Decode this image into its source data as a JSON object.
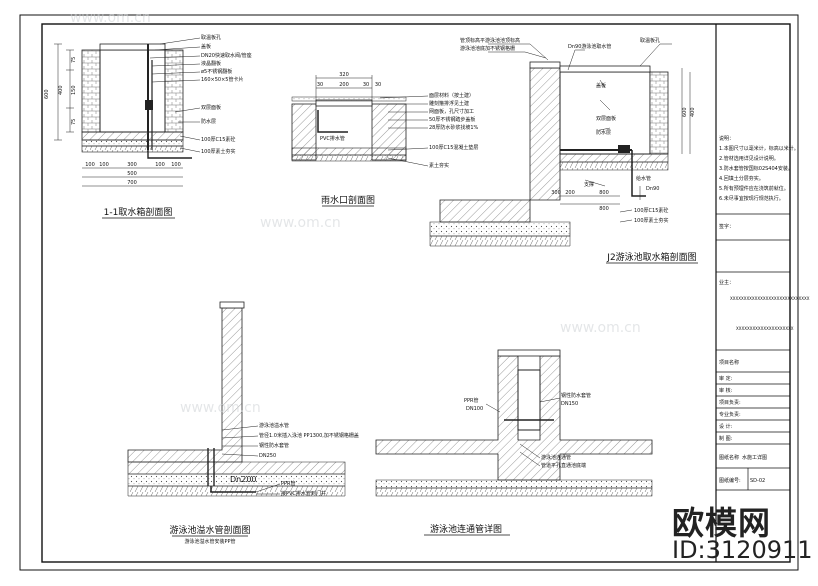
{
  "drawings": {
    "d1": {
      "title": "1-1取水箱剖面图",
      "labels": [
        "取温板孔",
        "盖板",
        "DN20快速取水阀/管座",
        "液晶翻板",
        "ø5不锈钢翻板",
        "160×50×5管卡片",
        "双层面板",
        "防水层",
        "100厚C15素砼",
        "100厚素土夯实"
      ],
      "dims_v": [
        "600",
        "400",
        "75",
        "150",
        "75"
      ],
      "dims_h_top": [
        "100",
        "100",
        "300",
        "100",
        "100"
      ],
      "dims_h_mid": [
        "500"
      ],
      "dims_h_bot": [
        "700"
      ]
    },
    "d2": {
      "title": "雨水口剖面图",
      "dims": [
        "320",
        "30",
        "200",
        "30",
        "30"
      ],
      "labels": [
        "面层材料（按土建）",
        "雕刻箍排浮见土建",
        "网面板，孔尺寸加工",
        "50厚不锈钢踏步盖板",
        "28厚防水砂浆找坡1%",
        "100厚C15混凝土垫层",
        "素土夯实",
        "PVC排水管"
      ]
    },
    "d3": {
      "title": "J2游泳池取水箱剖面图",
      "labels": [
        "管顶标高平游泳池池顶标高",
        "游泳池池底加不锈钢格栅",
        "Dn90游泳池取水管",
        "取温板孔",
        "盖板",
        "双层面板",
        "防水层",
        "支撑",
        "给水管",
        "Dn90",
        "100厚C15素砼",
        "100厚素土夯实"
      ],
      "dims": [
        "600",
        "400",
        "800",
        "800",
        "200",
        "300"
      ]
    },
    "d4": {
      "title": "游泳池溢水管剖面图",
      "subtitle": "游泳池溢水管安装PP管",
      "labels": [
        "游泳池溢水管",
        "管径1.0米插入泳池 PP1300,加不锈钢格栅盖",
        "钢性防水套管",
        "DN250",
        "PPR管",
        "接PVC排水管到门井"
      ],
      "dim": "Dn200"
    },
    "d5": {
      "title": "游泳池连通管详图",
      "labels": [
        "PPR管",
        "DN100",
        "钢性防水套管",
        "DN150",
        "游泳池连通管",
        "管道平孔直通池底端"
      ]
    }
  },
  "titleblock": {
    "notes_title": "说明：",
    "notes": [
      "1.本图尺寸以毫米计，标高以米计。",
      "2.管材选用详见设计说明。",
      "3.防水套管按国标02S404安装。",
      "4.回填土分层夯实。",
      "5.所有预埋件应在浇筑前就位。",
      "6.未尽事宜按现行规范执行。"
    ],
    "rows": [
      {
        "label": "签字：",
        "value": ""
      },
      {
        "label": "业主：",
        "value": "XXXXXXXXXXXXXXXXXXXXXXXXXXXXX"
      },
      {
        "label": "",
        "value": "XXXXXXXXXXXXXXXXXXXXX"
      },
      {
        "label": "项目名称",
        "value": ""
      },
      {
        "label": "审 定:",
        "value": ""
      },
      {
        "label": "审 核:",
        "value": ""
      },
      {
        "label": "项目负责:",
        "value": ""
      },
      {
        "label": "专业负责:",
        "value": ""
      },
      {
        "label": "设 计:",
        "value": ""
      },
      {
        "label": "制 图:",
        "value": ""
      },
      {
        "label": "图纸名称",
        "value": "水施工详图"
      },
      {
        "label": "图纸编号:",
        "value": "SD-02"
      }
    ]
  },
  "watermark": {
    "brand": "欧模网",
    "url": "www.om.cn",
    "id": "ID:3120911"
  }
}
